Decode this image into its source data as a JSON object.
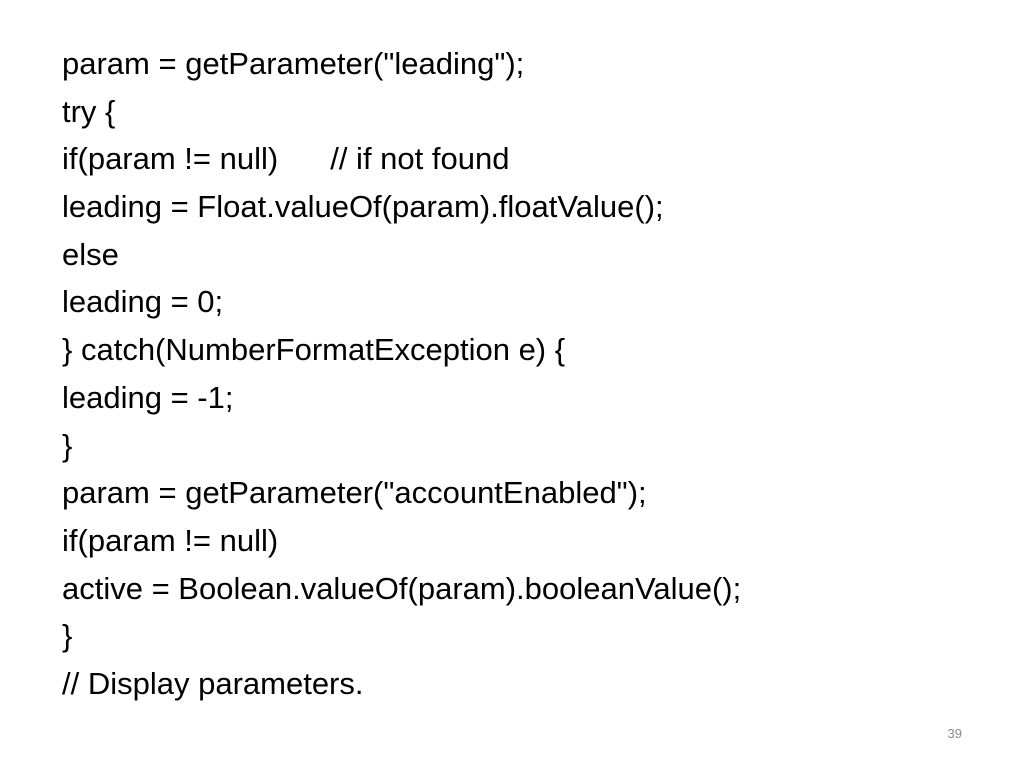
{
  "slide": {
    "lines": [
      "param = getParameter(\"leading\");",
      "try {",
      "if(param != null)",
      "leading = Float.valueOf(param).floatValue();",
      "else",
      "leading = 0;",
      "} catch(NumberFormatException e) {",
      "leading = -1;",
      "}",
      "param = getParameter(\"accountEnabled\");",
      "if(param != null)",
      "active = Boolean.valueOf(param).booleanValue();",
      "}",
      "// Display parameters."
    ],
    "inline_comment": "// if not found",
    "page_number": "39"
  }
}
